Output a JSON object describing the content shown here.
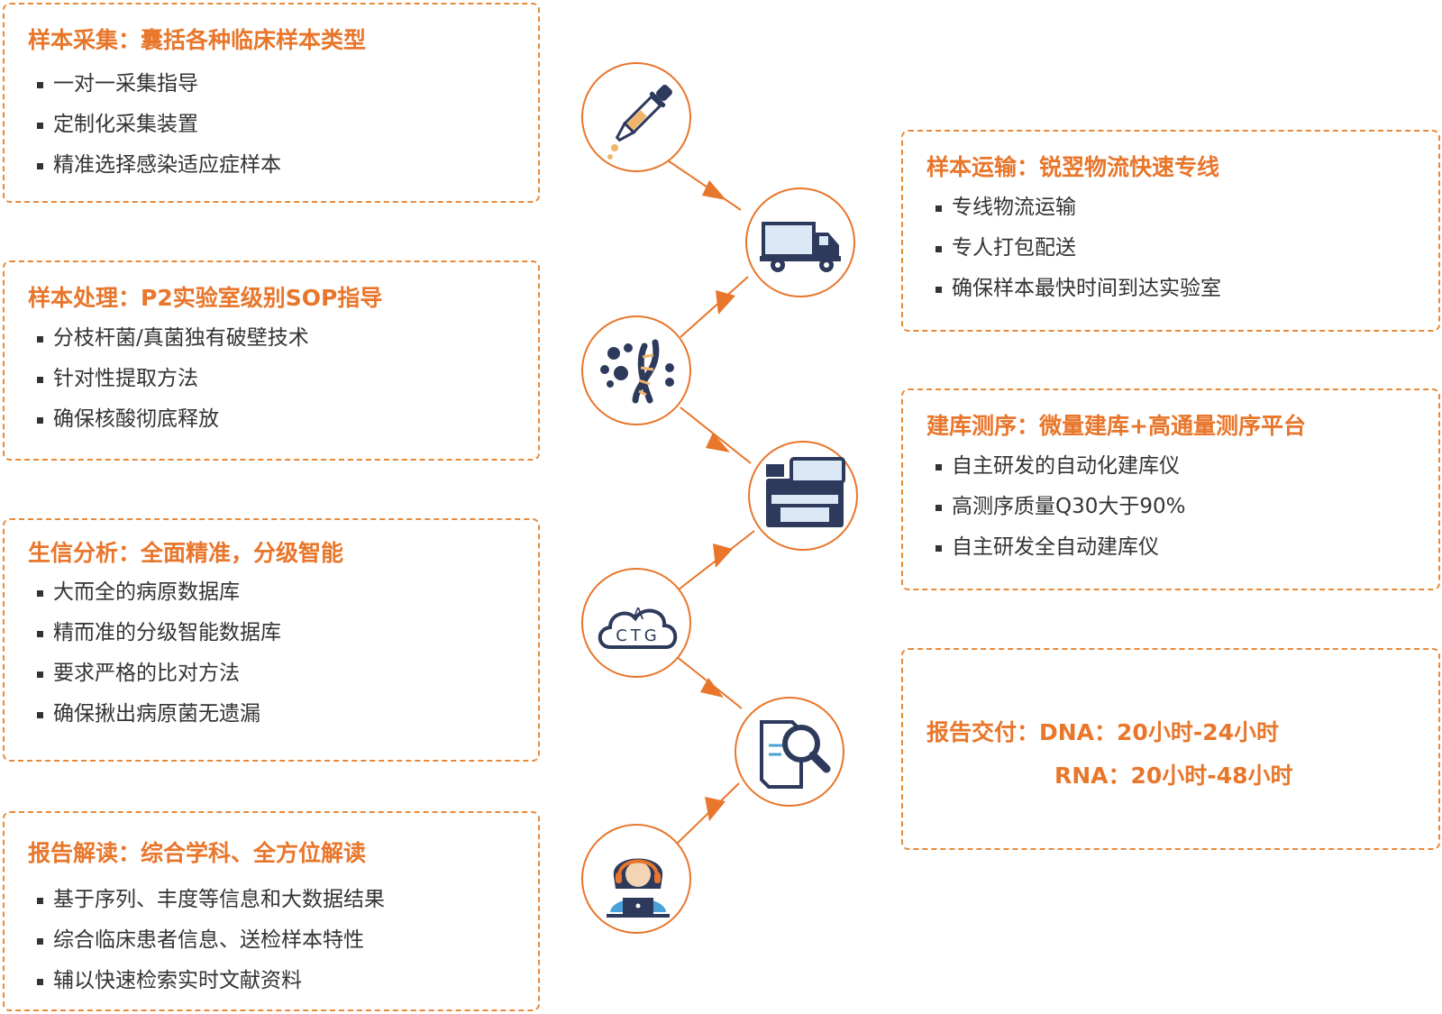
{
  "colors": {
    "accent": "#e8762b",
    "border": "#e8893a",
    "icon_navy": "#2e3a5c",
    "icon_blue": "#dbe9f7"
  },
  "left_cards": [
    {
      "title": "样本采集：囊括各种临床样本类型",
      "items": [
        "一对一采集指导",
        "定制化采集装置",
        "精准选择感染适应症样本"
      ]
    },
    {
      "title": "样本处理：P2实验室级别SOP指导",
      "items": [
        "分枝杆菌/真菌独有破壁技术",
        "针对性提取方法",
        "确保核酸彻底释放"
      ]
    },
    {
      "title": "生信分析：全面精准，分级智能",
      "items": [
        "大而全的病原数据库",
        "精而准的分级智能数据库",
        "要求严格的比对方法",
        "确保揪出病原菌无遗漏"
      ]
    },
    {
      "title": "报告解读：综合学科、全方位解读",
      "items": [
        "基于序列、丰度等信息和大数据结果",
        "综合临床患者信息、送检样本特性",
        "辅以快速检索实时文献资料"
      ]
    }
  ],
  "right_cards": [
    {
      "title": "样本运输：锐翌物流快速专线",
      "items": [
        "专线物流运输",
        "专人打包配送",
        "确保样本最快时间到达实验室"
      ]
    },
    {
      "title": "建库测序：微量建库+高通量测序平台",
      "items": [
        "自主研发的自动化建库仪",
        "高测序质量Q30大于90%",
        "自主研发全自动建库仪"
      ]
    }
  ],
  "report_card": {
    "line1": "报告交付：DNA：20小时-24小时",
    "line2": "RNA：20小时-48小时"
  },
  "nodes": [
    {
      "icon": "pipette-icon"
    },
    {
      "icon": "truck-icon"
    },
    {
      "icon": "dna-icon"
    },
    {
      "icon": "sequencer-icon"
    },
    {
      "icon": "ctg-cloud-icon",
      "label_top": "A",
      "label_bottom": "CTG"
    },
    {
      "icon": "document-search-icon"
    },
    {
      "icon": "support-agent-icon"
    }
  ]
}
